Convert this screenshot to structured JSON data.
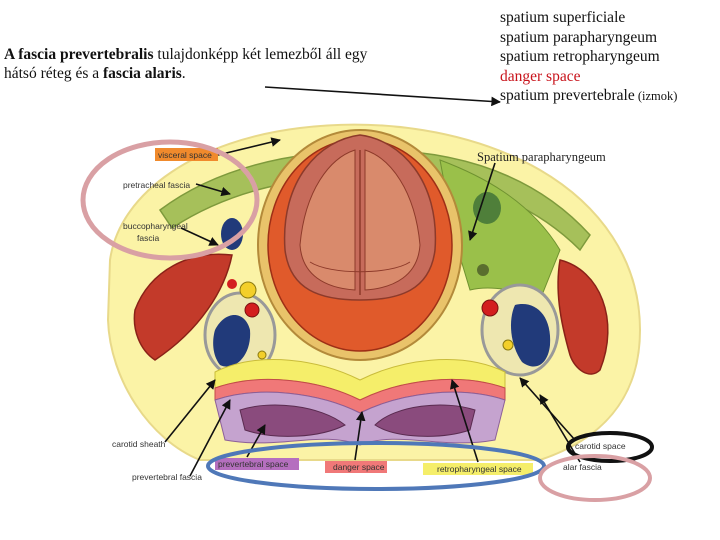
{
  "caption": {
    "part1": "A fascia prevertebralis",
    "part2": " tulajdonképp két lemezből áll egy hátsó réteg és a ",
    "part3": "fascia alaris",
    "part4": "."
  },
  "terms": {
    "items": [
      {
        "text": "spatium superficiale"
      },
      {
        "text": "spatium parapharyngeum"
      },
      {
        "text": "spatium retropharyngeum"
      },
      {
        "text": "danger space",
        "color": "#c8131b"
      },
      {
        "text": "spatium prevertebrale",
        "suffix": " (izmok)"
      }
    ]
  },
  "diagram": {
    "label_parapharyngeum": "Spatium parapharyngeum",
    "labels": {
      "visceral_space": "visceral space",
      "pretracheal_fascia": "pretracheal fascia",
      "buccopharyngeal_fascia_1": "buccopharyngeal",
      "buccopharyngeal_fascia_2": "fascia",
      "carotid_sheath": "carotid sheath",
      "prevertebral_fascia": "prevertebral fascia",
      "prevertebral_space": "prevertebral space",
      "danger_space": "danger space",
      "retropharyngeal_space": "retropharyngeal space",
      "carotid_space": "carotid space",
      "alar_fascia": "alar fascia"
    },
    "tag_colors": {
      "visceral": "#f08a2c",
      "prevertebral": "#b56fbf",
      "danger": "#f07878",
      "retropharyngeal": "#f5ee6a"
    },
    "highlight_colors": {
      "pink_ring": "#d9a0a4",
      "blue_ring": "#4f78b8",
      "black_ring": "#111111"
    }
  }
}
